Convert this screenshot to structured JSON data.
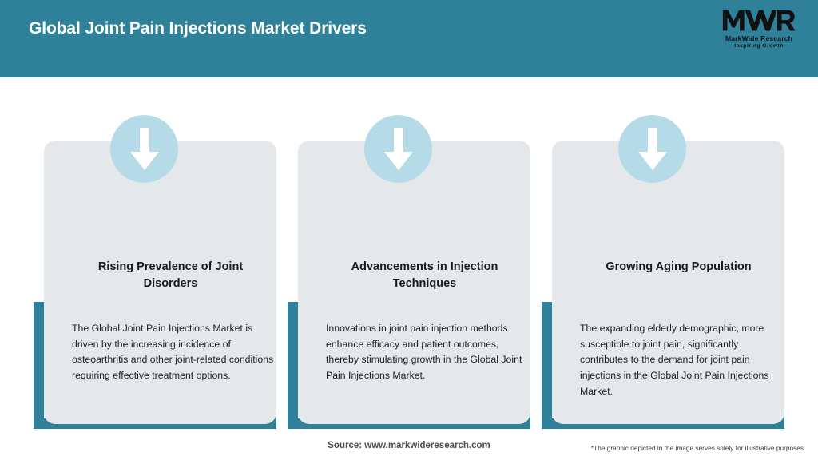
{
  "header": {
    "title": "Global Joint Pain Injections Market Drivers",
    "bar_color": "#2e8199",
    "title_color": "#ffffff",
    "logo": {
      "mark": "MWR",
      "name": "MarkWide Research",
      "tagline": "Inspiring Growth"
    }
  },
  "cards": [
    {
      "icon": "down-arrow-icon",
      "title": "Rising Prevalence of Joint Disorders",
      "body": "The Global Joint Pain Injections Market is driven by the increasing incidence of osteoarthritis and other joint-related conditions requiring effective treatment options."
    },
    {
      "icon": "down-arrow-icon",
      "title": "Advancements in Injection Techniques",
      "body": "Innovations in joint pain injection methods enhance efficacy and patient outcomes, thereby stimulating growth in the Global Joint Pain Injections Market."
    },
    {
      "icon": "down-arrow-icon",
      "title": "Growing Aging Population",
      "body": "The expanding elderly demographic, more susceptible to joint pain, significantly contributes to the demand for joint pain injections in the Global Joint Pain Injections Market."
    }
  ],
  "footer": {
    "source": "Source: www.markwideresearch.com",
    "disclaimer": "*The graphic depicted in the image serves solely for illustrative purposes"
  },
  "colors": {
    "accent_teal": "#2e8199",
    "icon_circle": "#b5dbe8",
    "card_panel": "#e4e8ea",
    "page_background": "#ffffff"
  }
}
